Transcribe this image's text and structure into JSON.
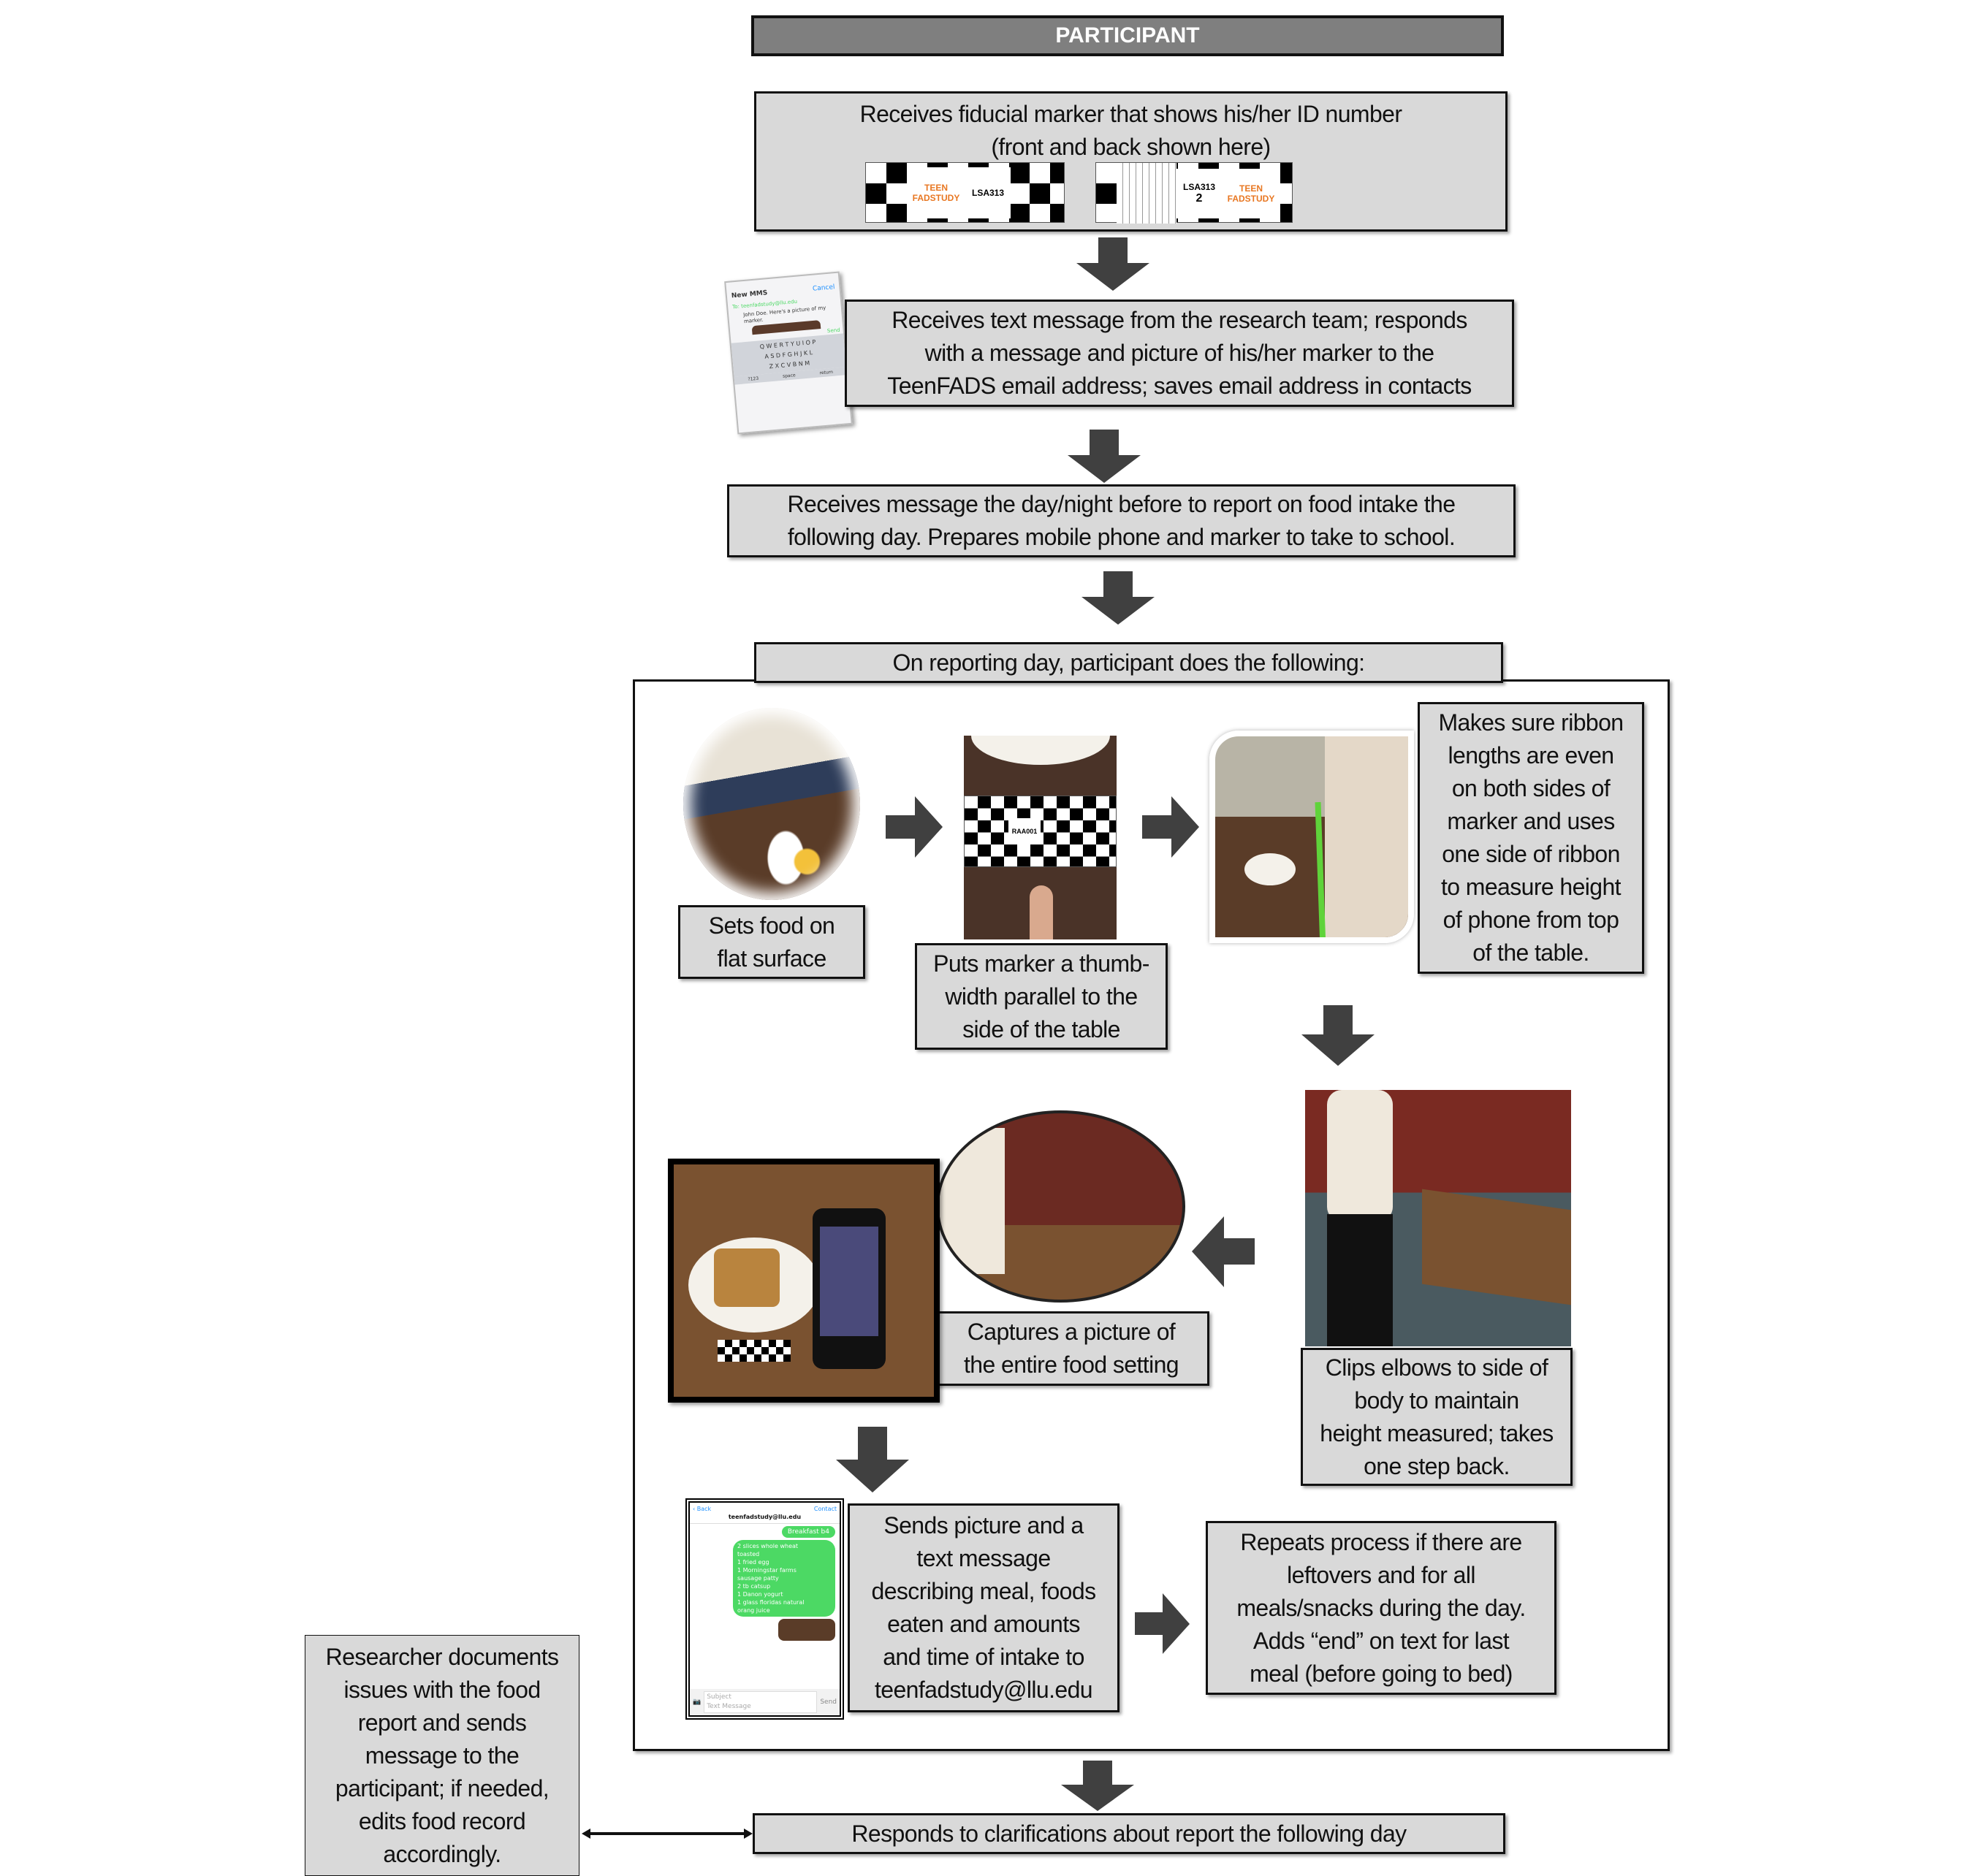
{
  "header": {
    "title": "PARTICIPANT"
  },
  "steps": {
    "fiducial": "Receives fiducial marker that shows his/her ID number\n(front and back shown here)",
    "text_message": "Receives text message from the research team; responds\nwith a message and picture of his/her marker to the\nTeenFADS email address; saves email address in contacts",
    "day_before": "Receives message the day/night before to report on food intake the\nfollowing day. Prepares mobile phone and marker to take to school.",
    "reporting_day_header": "On reporting day, participant does the following:",
    "sets_food": "Sets food on\nflat surface",
    "puts_marker": "Puts marker a thumb-\nwidth parallel to the\nside of the table",
    "ribbon": "Makes sure ribbon\nlengths are even\non both sides of\nmarker and uses\none side of ribbon\nto measure height\nof phone from top\nof the table.",
    "clips_elbows": "Clips elbows to side of\nbody to maintain\nheight measured; takes\none step back.",
    "captures": "Captures a picture of\nthe entire food setting",
    "sends": "Sends picture and a\ntext message\ndescribing  meal, foods\neaten and amounts\nand time of intake to\nteenfadstudy@llu.edu",
    "repeats": "Repeats process  if there are\nleftovers and for  all\nmeals/snacks during the day.\nAdds “end” on text for last\nmeal (before going to bed)",
    "responds": "Responds to clarifications about report the following day",
    "researcher": "Researcher documents\nissues with the food\nreport and sends\nmessage to the\nparticipant; if needed,\nedits food record\naccordingly."
  },
  "marker": {
    "front_id": "LSA313",
    "back_id": "LSA313",
    "back_number": "2",
    "logo_text": "TEEN\nFADSTUDY"
  },
  "phone_mms": {
    "title": "New MMS",
    "cancel": "Cancel",
    "to": "To: teenfadstudy@llu.edu",
    "message": "John Doe. Here's a picture of my marker.",
    "send": "Send",
    "keys": "Q W E R T Y U I O P\nA S D F G H J K L\nZ X C V B N M",
    "space": "space",
    "return": "return",
    "num": "?123"
  },
  "marker_photo_id": "RAA001",
  "phone_report": {
    "back": "‹ Back",
    "contact_name": "teenfadstudy@llu.edu",
    "contact": "Contact",
    "bubble1": "Breakfast b4",
    "bubble2": "2 slices whole wheat\ntoasted\n1 fried egg\n1 Morningstar farms\nsausage patty\n2 tb catsup\n1 Danon yogurt\n1 glass floridas natural\norang juice",
    "subject_placeholder": "Subject",
    "message_placeholder": "Text Message",
    "send": "Send"
  },
  "colors": {
    "header_bg": "#7f7f7f",
    "box_bg": "#d9d9d9",
    "arrow": "#404040",
    "imessage_green": "#4cd964"
  }
}
